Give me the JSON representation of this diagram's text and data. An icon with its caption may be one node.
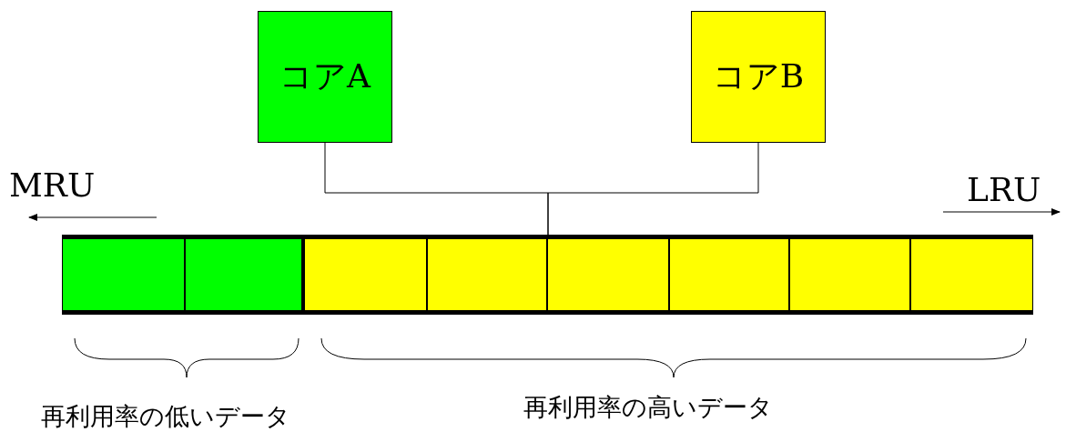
{
  "diagram": {
    "nodes": [
      {
        "text": [
          "コアA"
        ]
      },
      {
        "text": [
          "コアB"
        ]
      },
      {
        "text": [],
        "shape": "bar"
      },
      {
        "text": [],
        "shape": "box",
        "in": 2
      },
      {
        "text": [],
        "shape": "box",
        "in": 2
      },
      {
        "text": [],
        "shape": "box",
        "in": 2
      },
      {
        "text": [],
        "shape": "box",
        "in": 2
      },
      {
        "text": [],
        "shape": "box",
        "in": 2
      },
      {
        "text": [],
        "shape": "box",
        "in": 2
      },
      {
        "text": [],
        "shape": "box",
        "in": 2
      },
      {
        "text": [],
        "shape": "box",
        "in": 2
      }
    ],
    "edges": [
      {
        "from": 0,
        "to": 2,
        "arrow": "none"
      },
      {
        "from": 1,
        "to": 2,
        "arrow": "none"
      }
    ],
    "labels": [
      "MRU",
      "LRU",
      "再利用率の低いデータ",
      "再利用率の高いデータ"
    ]
  }
}
